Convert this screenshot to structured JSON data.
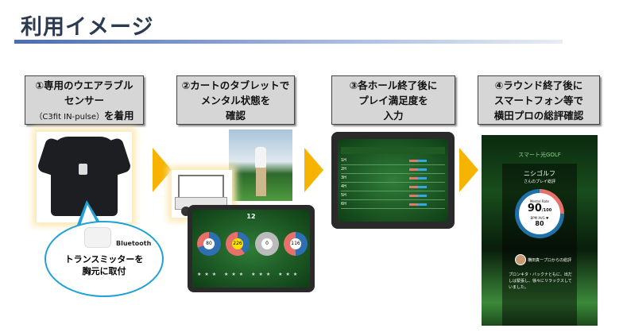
{
  "title": "利用イメージ",
  "steps": [
    {
      "lines": [
        "①専用のウエアラブル",
        "センサー"
      ],
      "sub": "（C3fit IN-pulse）",
      "tail": "を着用"
    },
    {
      "lines": [
        "②カートのタブレットで",
        "メンタル状態を",
        "確認"
      ]
    },
    {
      "lines": [
        "③各ホール終了後に",
        "プレイ満足度を",
        "入力"
      ]
    },
    {
      "lines": [
        "④ラウンド終了後に",
        "スマートフォン等で",
        "横田プロの総評確認"
      ]
    }
  ],
  "bubble": {
    "bluetooth": "Bluetooth",
    "line1": "トランスミッターを",
    "line2": "胸元に取付"
  },
  "cart_tablet": {
    "hole": "12",
    "donut_values": [
      "80",
      "226",
      "0",
      "116"
    ]
  },
  "hole_tablet": {
    "holes": [
      "1H",
      "2H",
      "3H",
      "4H",
      "5H",
      "6H"
    ]
  },
  "phone": {
    "app": "スマート光GOLF",
    "name": "ニシゴルフ",
    "subtitle": "さんのプレイ総評",
    "metric_label": "Mental Rate",
    "score": "90",
    "max": "/100",
    "bpm_label": "BPM AVG ♥",
    "bpm": "80",
    "coach": "横田真一プロからの総評",
    "comment": "プロンキタ・バックナともに、出だしは緊張し、徐々にリラックスしていました。",
    "colors": {
      "blue": "#1f6fa8",
      "red": "#e8706a"
    }
  }
}
